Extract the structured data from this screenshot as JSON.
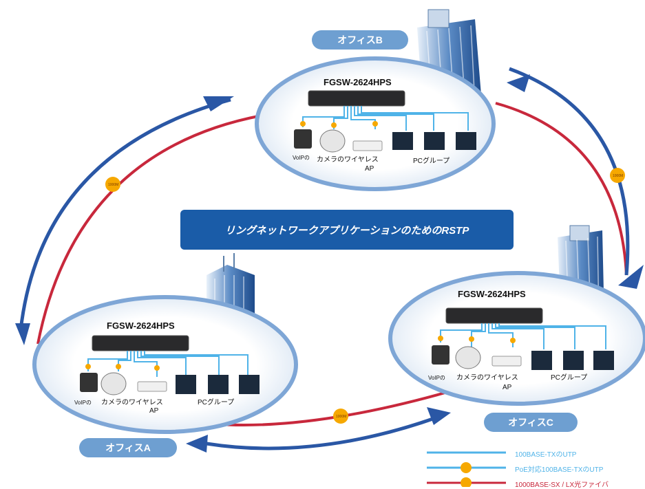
{
  "banner": "リングネットワークアプリケーションのためのRSTP",
  "offices": {
    "a": {
      "label": "オフィスA",
      "switch": "FGSW-2624HPS",
      "voip": "VoIPの",
      "camera": "カメラのワイヤレス",
      "ap": "AP",
      "pc": "PCグループ"
    },
    "b": {
      "label": "オフィスB",
      "switch": "FGSW-2624HPS",
      "voip": "VoIPの",
      "camera": "カメラのワイヤレス",
      "ap": "AP",
      "pc": "PCグループ"
    },
    "c": {
      "label": "オフィスC",
      "switch": "FGSW-2624HPS",
      "voip": "VoIPの",
      "camera": "カメラのワイヤレス",
      "ap": "AP",
      "pc": "PCグループ"
    }
  },
  "link_badge": "1000M",
  "legend": [
    {
      "text": "100BASE-TXのUTP",
      "color": "#4fb3e8"
    },
    {
      "text": "PoE対応100BASE-TXのUTP",
      "color": "#4fb3e8"
    },
    {
      "text": "1000BASE-SX / LX光ファイバ",
      "color": "#c8283c"
    }
  ],
  "colors": {
    "ring": "#c8283c",
    "arrow": "#2a57a5",
    "utp": "#4fb3e8",
    "poe": "#f6a800",
    "pill": "#6e9fd1",
    "banner": "#1a5ca8"
  }
}
